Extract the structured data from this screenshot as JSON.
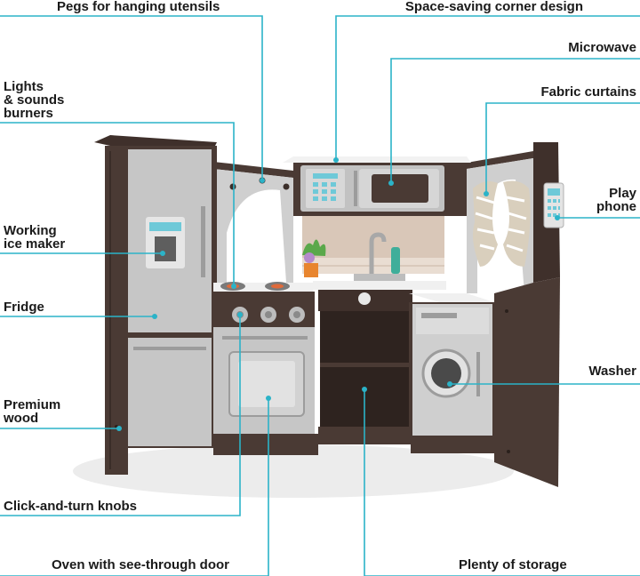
{
  "colors": {
    "callout": "#2bb3c8",
    "wood": "#4a3a34",
    "silver": "#c4c4c4",
    "white": "#f0f0f0"
  },
  "labels": {
    "pegs": "Pegs for hanging utensils",
    "corner": "Space-saving corner design",
    "microwave": "Microwave",
    "curtains": "Fabric curtains",
    "burners_line1": "Lights",
    "burners_line2": "& sounds",
    "burners_line3": "burners",
    "phone_line1": "Play",
    "phone_line2": "phone",
    "icemaker_line1": "Working",
    "icemaker_line2": "ice maker",
    "fridge": "Fridge",
    "washer": "Washer",
    "wood_line1": "Premium",
    "wood_line2": "wood",
    "knobs": "Click-and-turn knobs",
    "oven": "Oven with see-through door",
    "storage": "Plenty of storage"
  }
}
